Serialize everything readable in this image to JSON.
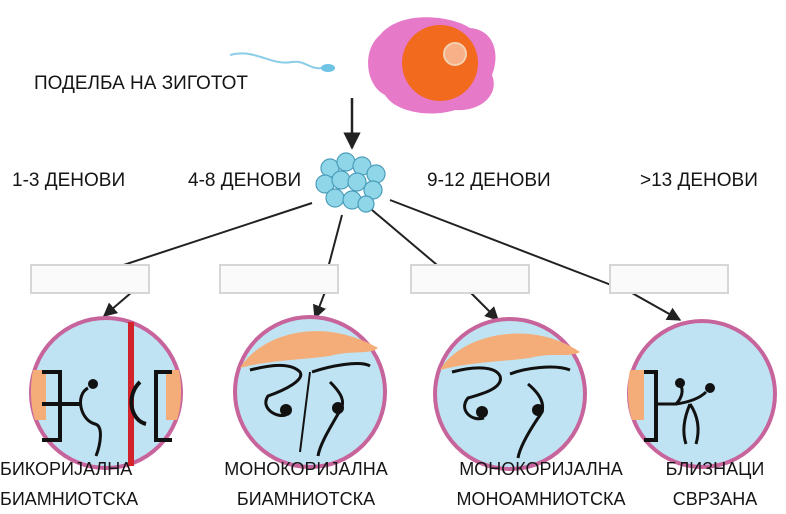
{
  "title": "ПОДЕЛБА НА ЗИГОТОТ",
  "time_labels": [
    "1-3 ДЕНОВИ",
    "4-8 ДЕНОВИ",
    "9-12 ДЕНОВИ",
    ">13 ДЕНОВИ"
  ],
  "outcomes": [
    {
      "line1": "БИКОРИЈАЛНА",
      "line2": "БИАМНИОТСКА"
    },
    {
      "line1": "МОНОКОРИЈАЛНА",
      "line2": "БИАМНИОТСКА"
    },
    {
      "line1": "МОНОКОРИЈАЛНА",
      "line2": "МОНОАМНИОТСКА"
    },
    {
      "line1": "БЛИЗНАЦИ",
      "line2": "СВРЗАНА"
    }
  ],
  "colors": {
    "egg_outer": "#e679c8",
    "egg_inner": "#f26a1e",
    "egg_nucleus": "#f8b088",
    "morula": "#8fd6e8",
    "sac_fill": "#bfe3f2",
    "sac_border": "#c8649c",
    "chorion": "#f4ad78",
    "divider": "#d2232a"
  },
  "icons": [
    "sperm-icon",
    "egg-icon",
    "morula-icon",
    "twin-sac-icon"
  ]
}
